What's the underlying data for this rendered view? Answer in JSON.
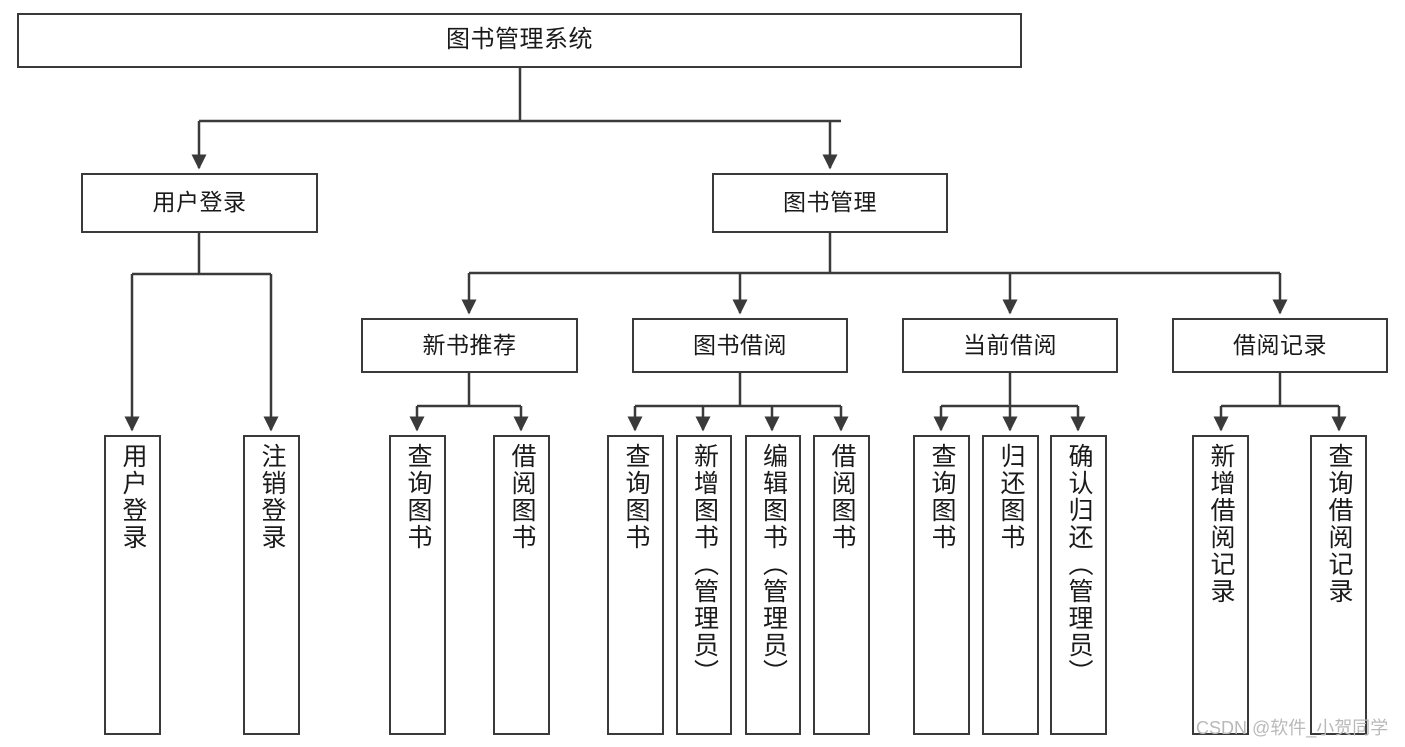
{
  "diagram": {
    "type": "tree-hierarchy-flowchart",
    "title": "图书管理系统",
    "watermark": "CSDN @软件_小贺同学",
    "colors": {
      "stroke": "#3a3a3a",
      "background": "#ffffff",
      "text": "#1a1a1a",
      "watermark": "#b9b9b9"
    },
    "levels": [
      {
        "level": 1,
        "nodes": [
          {
            "id": "root",
            "label": "图书管理系统",
            "orientation": "horizontal"
          }
        ]
      },
      {
        "level": 2,
        "nodes": [
          {
            "id": "user-login",
            "label": "用户登录",
            "orientation": "horizontal"
          },
          {
            "id": "book-management",
            "label": "图书管理",
            "orientation": "horizontal"
          }
        ]
      },
      {
        "level": 3,
        "nodes": [
          {
            "id": "new-book-recommend",
            "label": "新书推荐",
            "orientation": "horizontal"
          },
          {
            "id": "book-borrow",
            "label": "图书借阅",
            "orientation": "horizontal"
          },
          {
            "id": "current-borrow",
            "label": "当前借阅",
            "orientation": "horizontal"
          },
          {
            "id": "borrow-record",
            "label": "借阅记录",
            "orientation": "horizontal"
          }
        ]
      },
      {
        "level": 4,
        "nodes": [
          {
            "id": "leaf-user-login",
            "label": "用户登录",
            "orientation": "vertical",
            "parent": "user-login"
          },
          {
            "id": "leaf-logout-login",
            "label": "注销登录",
            "orientation": "vertical",
            "parent": "user-login"
          },
          {
            "id": "leaf-query-book-1",
            "label": "查询图书",
            "orientation": "vertical",
            "parent": "new-book-recommend"
          },
          {
            "id": "leaf-borrow-book-1",
            "label": "借阅图书",
            "orientation": "vertical",
            "parent": "new-book-recommend"
          },
          {
            "id": "leaf-query-book-2",
            "label": "查询图书",
            "orientation": "vertical",
            "parent": "book-borrow"
          },
          {
            "id": "leaf-add-book",
            "label": "新增图书（管理员）",
            "orientation": "vertical",
            "parent": "book-borrow"
          },
          {
            "id": "leaf-edit-book",
            "label": "编辑图书（管理员）",
            "orientation": "vertical",
            "parent": "book-borrow"
          },
          {
            "id": "leaf-borrow-book-2",
            "label": "借阅图书",
            "orientation": "vertical",
            "parent": "book-borrow"
          },
          {
            "id": "leaf-query-book-3",
            "label": "查询图书",
            "orientation": "vertical",
            "parent": "current-borrow"
          },
          {
            "id": "leaf-return-book",
            "label": "归还图书",
            "orientation": "vertical",
            "parent": "current-borrow"
          },
          {
            "id": "leaf-confirm-return",
            "label": "确认归还（管理员）",
            "orientation": "vertical",
            "parent": "current-borrow"
          },
          {
            "id": "leaf-add-record",
            "label": "新增借阅记录",
            "orientation": "vertical",
            "parent": "borrow-record"
          },
          {
            "id": "leaf-query-record",
            "label": "查询借阅记录",
            "orientation": "vertical",
            "parent": "borrow-record"
          }
        ]
      }
    ]
  }
}
